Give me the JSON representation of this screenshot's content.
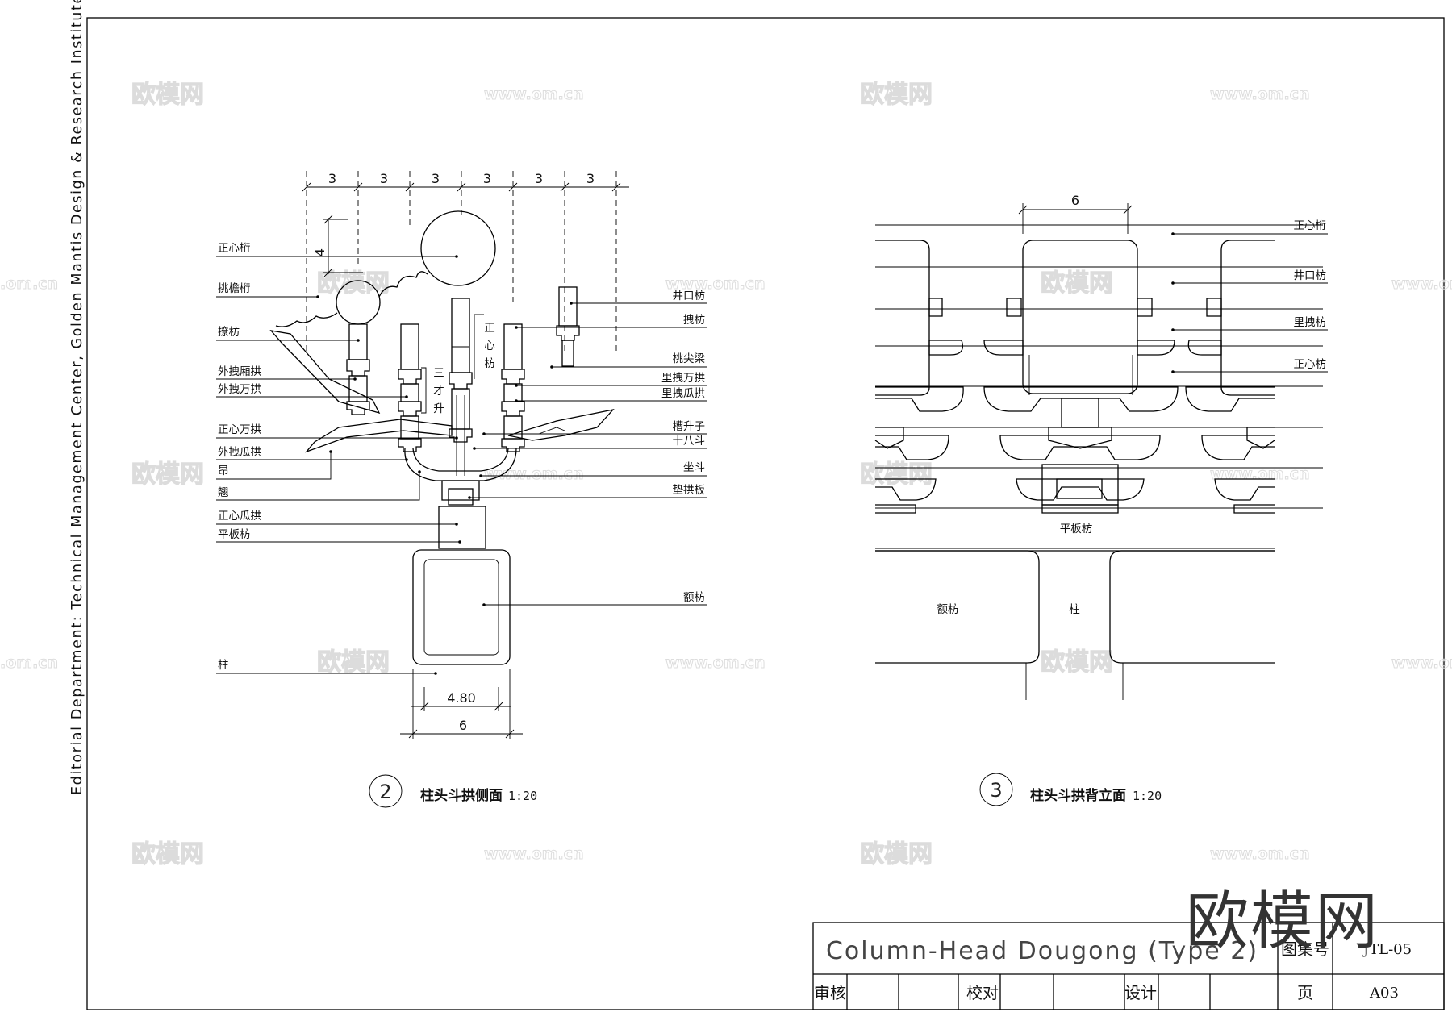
{
  "side_credit": "Editorial Department: Technical Management Center, Golden Mantis Design & Research Institute",
  "watermarks": {
    "brand_cn": "欧模网",
    "site": "www.om.cn",
    "site_partial": ".om.cn"
  },
  "drawing_side": {
    "number": "2",
    "title": "柱头斗拱侧面",
    "scale": "1:20",
    "top_dims": [
      "3",
      "3",
      "3",
      "3",
      "3",
      "3"
    ],
    "vert_dim": "4",
    "bottom_dims": [
      "4.80",
      "6"
    ],
    "vertical_labels": {
      "sancai": "三才升",
      "zhengxinfang": "正心枋"
    },
    "left_labels": [
      "正心桁",
      "挑檐桁",
      "撩枋",
      "外拽厢拱",
      "外拽万拱",
      "正心万拱",
      "外拽瓜拱",
      "昂",
      "翘",
      "正心瓜拱",
      "平板枋",
      "柱"
    ],
    "right_labels": [
      "井口枋",
      "拽枋",
      "桃尖梁",
      "里拽万拱",
      "里拽瓜拱",
      "槽升子",
      "十八斗",
      "坐斗",
      "垫拱板",
      "额枋"
    ]
  },
  "drawing_back": {
    "number": "3",
    "title": "柱头斗拱背立面",
    "scale": "1:20",
    "top_dim": "6",
    "right_labels": [
      "正心桁",
      "井口枋",
      "里拽枋",
      "正心枋"
    ],
    "bottom_labels": {
      "pingbanfang": "平板枋",
      "efang": "额枋",
      "zhu": "柱"
    }
  },
  "title_block": {
    "title": "Column-Head Dougong (Type 2)",
    "set_label": "图集号",
    "set_value": "JTL-05",
    "review_label": "审核",
    "check_label": "校对",
    "design_label": "设计",
    "page_label": "页",
    "page_value": "A03"
  },
  "big_watermark": "欧模网"
}
